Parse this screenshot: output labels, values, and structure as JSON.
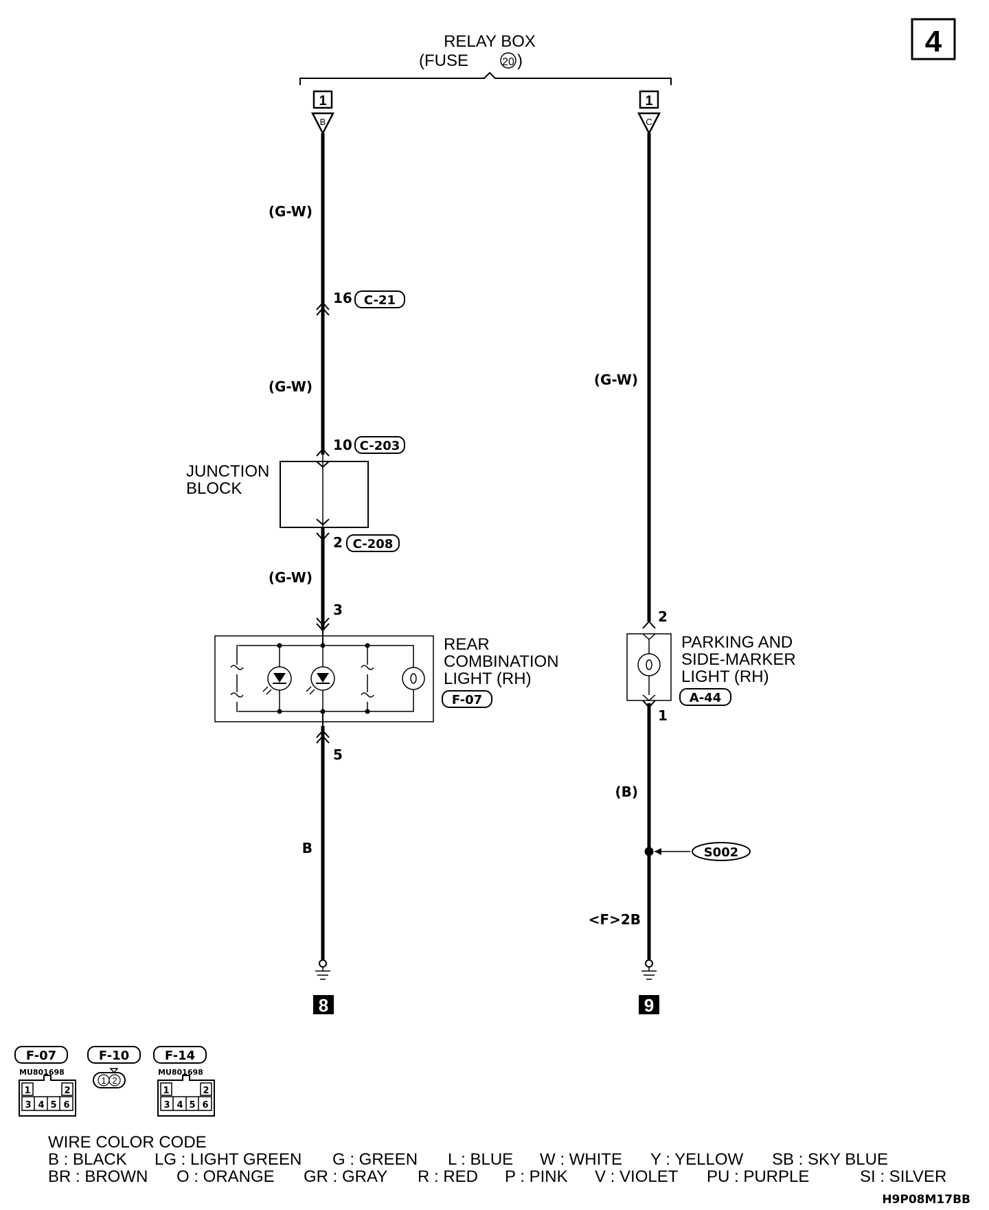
{
  "page_number": "4",
  "relay_box": {
    "title": "RELAY BOX",
    "fuse_prefix": "(FUSE",
    "fuse_number": "20",
    "fuse_suffix": ")"
  },
  "left_circuit": {
    "terminal": "1",
    "terminal_letter": "B",
    "wire_upper": "(G-W)",
    "connector_1_pin": "16",
    "connector_1": "C-21",
    "wire_middle": "(G-W)",
    "junction_in_pin": "10",
    "junction_in_connector": "C-203",
    "junction_label_line1": "JUNCTION",
    "junction_label_line2": "BLOCK",
    "junction_out_pin": "2",
    "junction_out_connector": "C-208",
    "wire_lower": "(G-W)",
    "component_in_pin": "3",
    "component_line1": "REAR",
    "component_line2": "COMBINATION",
    "component_line3": "LIGHT (RH)",
    "component_connector": "F-07",
    "component_out_pin": "5",
    "wire_ground": "B",
    "ground_ref": "8"
  },
  "right_circuit": {
    "terminal": "1",
    "terminal_letter": "C",
    "wire_upper": "(G-W)",
    "component_in_pin": "2",
    "component_line1": "PARKING AND",
    "component_line2": "SIDE-MARKER",
    "component_line3": "LIGHT (RH)",
    "component_connector": "A-44",
    "component_out_pin": "1",
    "wire_ground": "(B)",
    "splice": "S002",
    "ground_point": "<F>2B",
    "ground_ref": "9"
  },
  "connector_views": [
    {
      "id": "F-07",
      "part": "MU801698",
      "pins": [
        "1",
        "2",
        "3",
        "4",
        "5",
        "6"
      ]
    },
    {
      "id": "F-10",
      "part": "",
      "pins": [
        "1",
        "2"
      ]
    },
    {
      "id": "F-14",
      "part": "MU801698",
      "pins": [
        "1",
        "2",
        "3",
        "4",
        "5",
        "6"
      ]
    }
  ],
  "legend": {
    "title": "WIRE COLOR CODE",
    "row1": [
      "B : BLACK",
      "LG : LIGHT GREEN",
      "G : GREEN",
      "L : BLUE",
      "W : WHITE",
      "Y : YELLOW",
      "SB : SKY BLUE"
    ],
    "row2": [
      "BR : BROWN",
      "O : ORANGE",
      "GR : GRAY",
      "R : RED",
      "P : PINK",
      "V : VIOLET",
      "PU : PURPLE",
      "SI : SILVER"
    ]
  },
  "diagram_code": "H9P08M17BB"
}
